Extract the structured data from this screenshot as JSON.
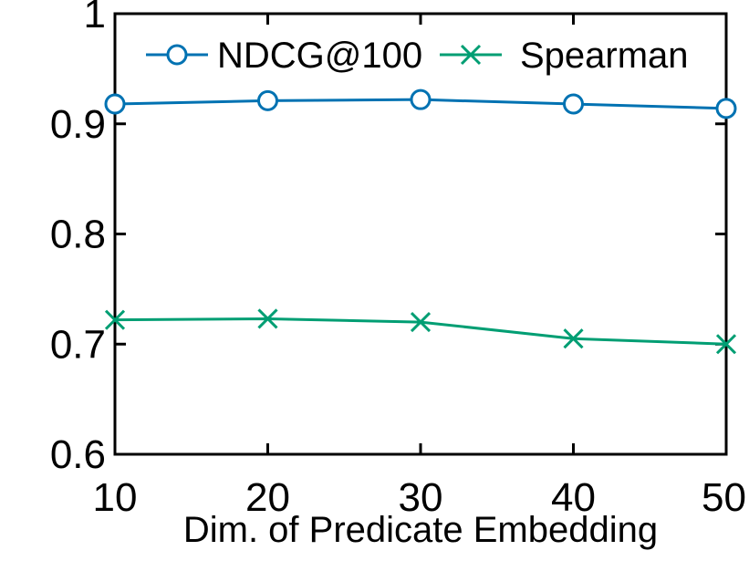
{
  "chart_data": {
    "type": "line",
    "title": "",
    "xlabel": "Dim. of Predicate Embedding",
    "ylabel": "",
    "x": [
      10,
      20,
      30,
      40,
      50
    ],
    "xlim": [
      10,
      50
    ],
    "ylim": [
      0.6,
      1.0
    ],
    "xticks": [
      "10",
      "20",
      "30",
      "40",
      "50"
    ],
    "yticks": [
      {
        "value": 0.6,
        "label": "0.6"
      },
      {
        "value": 0.7,
        "label": "0.7"
      },
      {
        "value": 0.8,
        "label": "0.8"
      },
      {
        "value": 0.9,
        "label": "0.9"
      },
      {
        "value": 1.0,
        "label": "1"
      }
    ],
    "grid": false,
    "legend_position": "top",
    "series": [
      {
        "name": "NDCG@100",
        "values": [
          0.918,
          0.921,
          0.922,
          0.918,
          0.914
        ],
        "color": "#0072B2",
        "marker": "circle"
      },
      {
        "name": "Spearman",
        "values": [
          0.722,
          0.723,
          0.72,
          0.705,
          0.7
        ],
        "color": "#009E73",
        "marker": "x"
      }
    ]
  }
}
